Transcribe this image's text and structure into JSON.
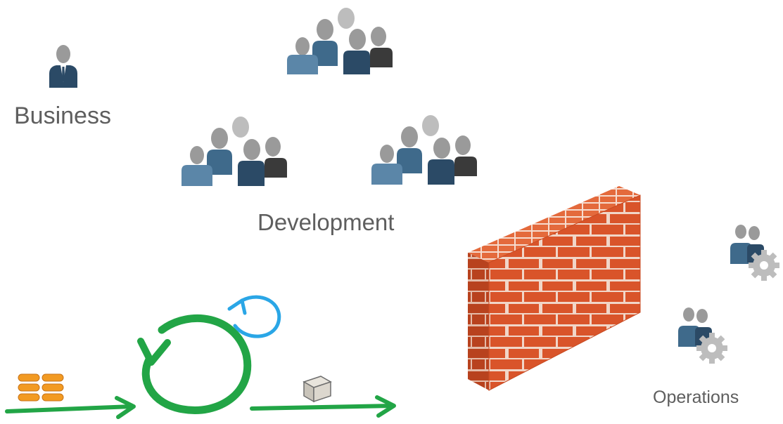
{
  "labels": {
    "business": "Business",
    "development": "Development",
    "operations": "Operations"
  },
  "icons": {
    "business_person": "business-person-icon",
    "team": "team-icon",
    "ops_team": "ops-team-gear-icon",
    "brick_wall": "brick-wall-icon",
    "backlog": "backlog-stack-icon",
    "iteration": "iteration-cycle-icon",
    "daily_cycle": "daily-cycle-icon",
    "package": "package-box-icon"
  },
  "colors": {
    "label_text": "#5e5e5e",
    "person_grey": "#9a9a9a",
    "person_blue_light": "#5b86a8",
    "person_blue_mid": "#3f6a8b",
    "person_navy": "#2b4a66",
    "person_dark": "#3a3a3a",
    "brick": "#d9542a",
    "mortar": "#f1d6c8",
    "flow_green": "#22a546",
    "loop_blue": "#2aa6e6",
    "backlog_orange": "#f29a22",
    "gear_grey": "#bdbdbd"
  }
}
